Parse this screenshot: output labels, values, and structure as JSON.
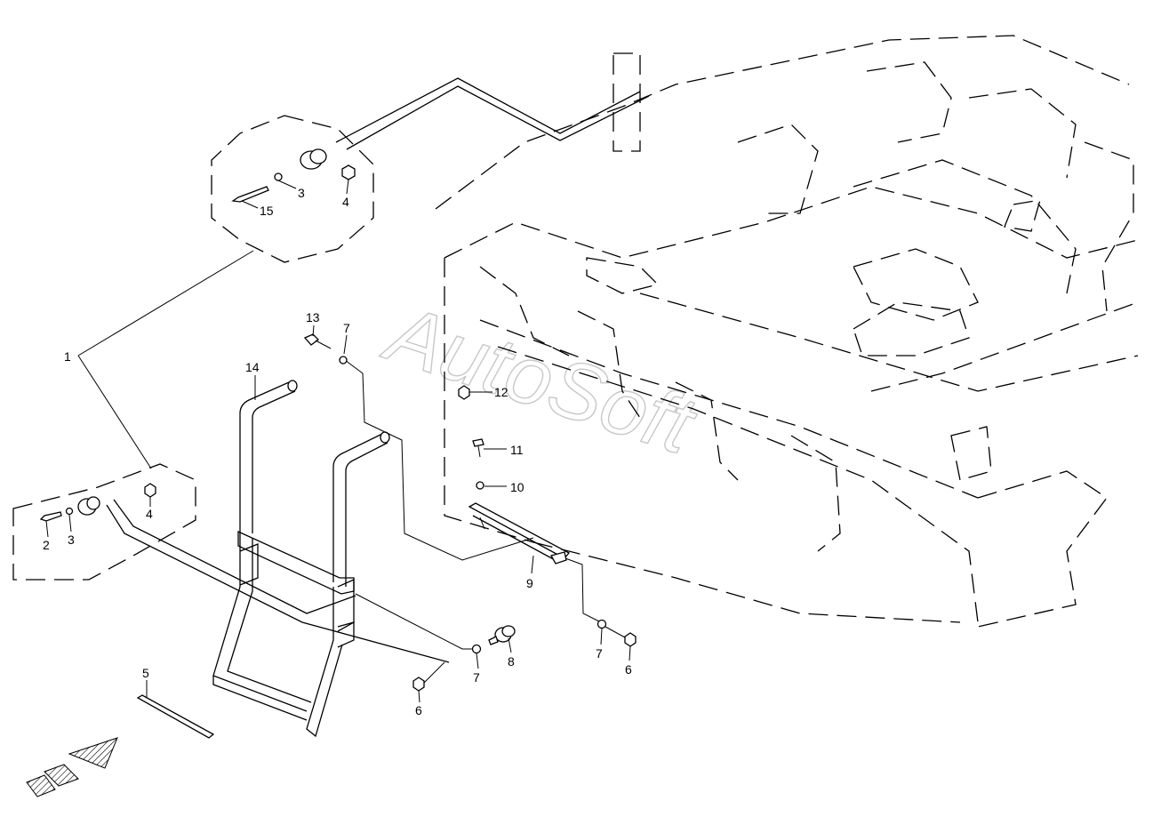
{
  "watermark": "AutoSoft",
  "callouts": [
    {
      "id": "c1",
      "label": "1"
    },
    {
      "id": "c2",
      "label": "2"
    },
    {
      "id": "c3a",
      "label": "3"
    },
    {
      "id": "c3b",
      "label": "3"
    },
    {
      "id": "c4a",
      "label": "4"
    },
    {
      "id": "c4b",
      "label": "4"
    },
    {
      "id": "c5",
      "label": "5"
    },
    {
      "id": "c6a",
      "label": "6"
    },
    {
      "id": "c6b",
      "label": "6"
    },
    {
      "id": "c7a",
      "label": "7"
    },
    {
      "id": "c7b",
      "label": "7"
    },
    {
      "id": "c7c",
      "label": "7"
    },
    {
      "id": "c8",
      "label": "8"
    },
    {
      "id": "c9",
      "label": "9"
    },
    {
      "id": "c10",
      "label": "10"
    },
    {
      "id": "c11",
      "label": "11"
    },
    {
      "id": "c12",
      "label": "12"
    },
    {
      "id": "c13",
      "label": "13"
    },
    {
      "id": "c14",
      "label": "14"
    },
    {
      "id": "c15",
      "label": "15"
    }
  ]
}
